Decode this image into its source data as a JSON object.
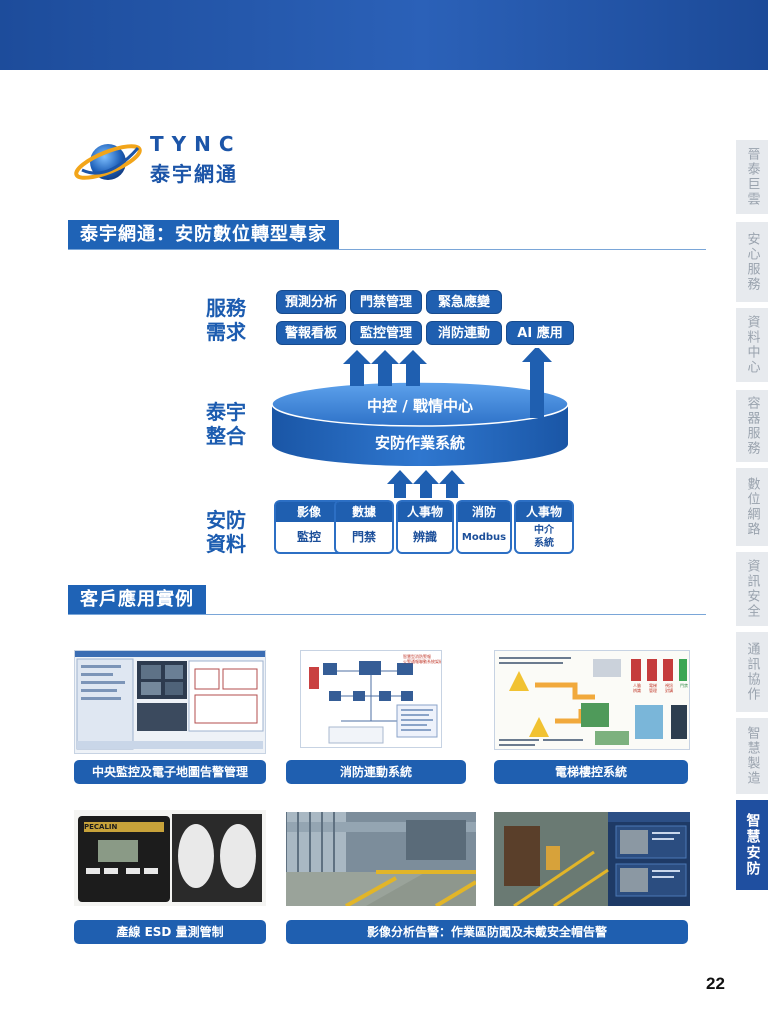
{
  "logo": {
    "en": "TYNC",
    "cn": "泰宇網通"
  },
  "section1": {
    "title": "泰宇網通：安防數位轉型專家"
  },
  "diagram": {
    "labels": {
      "service": "服務\n需求",
      "integration": "泰宇\n整合",
      "data": "安防\n資料"
    },
    "service_row1": [
      "預測分析",
      "門禁管理",
      "緊急應變"
    ],
    "service_row2": [
      "警報看板",
      "監控管理",
      "消防連動",
      "AI 應用"
    ],
    "cylinder": {
      "top": "中控 / 戰情中心",
      "body": "安防作業系統"
    },
    "data_boxes": [
      {
        "top": "影像",
        "bottom": "監控"
      },
      {
        "top": "數據",
        "bottom": "門禁"
      },
      {
        "top": "人事物",
        "bottom": "辨識"
      },
      {
        "top": "消防",
        "bottom": "Modbus"
      },
      {
        "top": "人事物",
        "bottom": "中介\n系統"
      }
    ]
  },
  "section2": {
    "title": "客戶應用實例"
  },
  "cases": [
    {
      "caption": "中央監控及電子地圖告警管理"
    },
    {
      "caption": "消防連動系統"
    },
    {
      "caption": "電梯樓控系統"
    },
    {
      "caption": "產線 ESD 量測管制"
    },
    {
      "caption": "影像分析告警：作業區防闖及未戴安全帽告警"
    }
  ],
  "case_image_text": {
    "fire_heading": "智慧型消防警報\n火警通報聯動系統架構",
    "elevator_legend": [
      "人臉\n辨識",
      "電梯\n管理",
      "視訊\n對講",
      "門禁"
    ],
    "esd_brand": "PECALIN"
  },
  "side_tabs": [
    {
      "label": "晉泰巨雲",
      "active": false
    },
    {
      "label": "安心服務",
      "active": false
    },
    {
      "label": "資料中心",
      "active": false
    },
    {
      "label": "容器服務",
      "active": false
    },
    {
      "label": "數位網路",
      "active": false
    },
    {
      "label": "資訊安全",
      "active": false
    },
    {
      "label": "通訊協作",
      "active": false
    },
    {
      "label": "智慧製造",
      "active": false
    },
    {
      "label": "智慧安防",
      "active": true
    }
  ],
  "page_number": "22",
  "colors": {
    "brand_blue": "#1f5fb0",
    "band_blue": "#1d4c9b",
    "tab_gray": "#e7eaee"
  }
}
